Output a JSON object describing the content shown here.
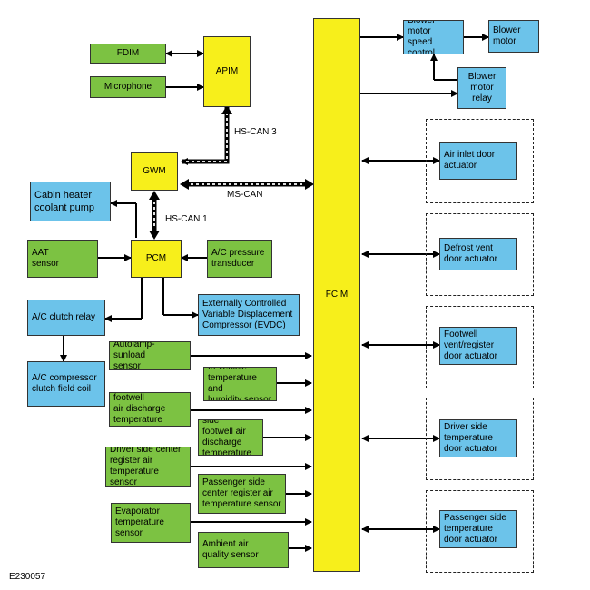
{
  "blocks": {
    "fdim": "FDIM",
    "microphone": "Microphone",
    "apim": "APIM",
    "gwm": "GWM",
    "cabin_heater": "Cabin heater\ncoolant pump",
    "aat": "AAT\nsensor",
    "pcm": "PCM",
    "ac_pressure": "A/C pressure\ntransducer",
    "evdc": "Externally Controlled\nVariable Displacement\nCompressor (EVDC)",
    "ac_clutch_relay": "A/C clutch relay",
    "ac_compressor_coil": "A/C compressor\nclutch field coil",
    "autolamp": "Autolamp-sunload\nsensor",
    "in_vehicle": "In-vehicle\ntemperature and\nhumidity sensor",
    "driver_footwell": "Driver side footwell\nair discharge\ntemperature sensor",
    "passenger_footwell": "Passenger side\nfootwell air discharge\ntemperature sensor",
    "driver_center": "Driver side center\nregister air\ntemperature sensor",
    "passenger_center": "Passenger side\ncenter register air\ntemperature sensor",
    "evaporator": "Evaporator\ntemperature\nsensor",
    "ambient_air": "Ambient air\nquality sensor",
    "fcim": "FCIM",
    "blower_speed": "Blower motor\nspeed control",
    "blower_motor": "Blower\nmotor",
    "blower_relay": "Blower\nmotor\nrelay",
    "air_inlet": "Air inlet door\nactuator",
    "defrost": "Defrost vent\ndoor actuator",
    "footwell_vent": "Footwell\nvent/register\ndoor actuator",
    "driver_temp": "Driver side\ntemperature\ndoor actuator",
    "passenger_temp": "Passenger side\ntemperature\ndoor actuator"
  },
  "bus_labels": {
    "hs_can3": "HS-CAN 3",
    "ms_can": "MS-CAN",
    "hs_can1": "HS-CAN 1"
  },
  "figure_id": "E230057",
  "colors": {
    "sensor_green": "#7cc242",
    "actuator_blue": "#6cc3ea",
    "module_yellow": "#f7ef1b"
  }
}
